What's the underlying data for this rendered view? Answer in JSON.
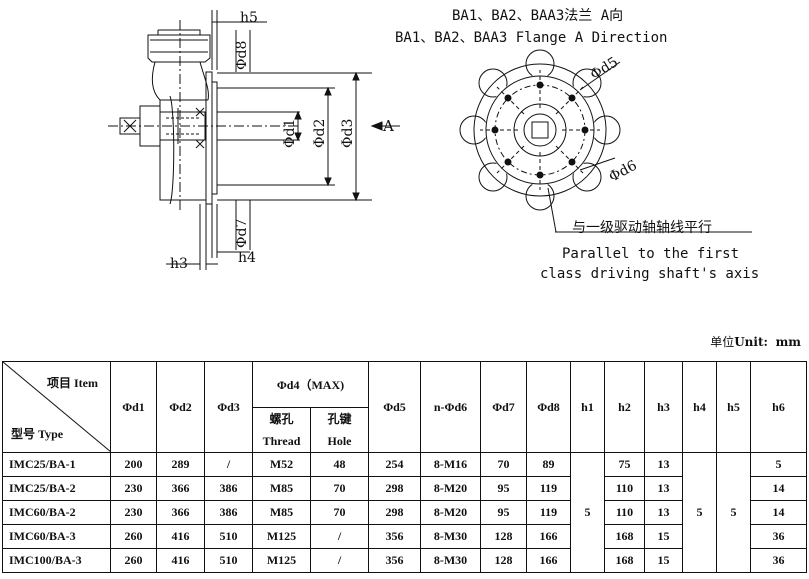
{
  "drawing": {
    "top_labels": [
      "h5",
      "Φd8"
    ],
    "dim_vertical": [
      "Φd1",
      "Φd2",
      "Φd3",
      "Φd7"
    ],
    "dim_bottom": [
      "h3",
      "h4"
    ],
    "arrow_label": "A",
    "flange_title_cn": "BA1、BA2、BAA3法兰 A向",
    "flange_title_en": "BA1、BA2、BAA3 Flange  A Direction",
    "flange_labels": [
      "Φd5",
      "Φd6"
    ],
    "note_cn": "与一级驱动轴轴线平行",
    "note_en_1": "Parallel to the first",
    "note_en_2": "class driving shaft's axis"
  },
  "unit": {
    "label_cn": "单位",
    "label_en": "Unit:",
    "value": "mm"
  },
  "table": {
    "corner_item": "项目 Item",
    "corner_type": "型号 Type",
    "headers": [
      "Φd1",
      "Φd2",
      "Φd3"
    ],
    "d4_group": "Φd4（MAX)",
    "d4_thread_cn": "螺孔",
    "d4_thread_en": "Thread",
    "d4_hole_cn": "孔键",
    "d4_hole_en": "Hole",
    "headers2": [
      "Φd5",
      "n-Φd6",
      "Φd7",
      "Φd8",
      "h1",
      "h2",
      "h3",
      "h4",
      "h5",
      "h6"
    ],
    "rows": [
      [
        "IMC25/BA-1",
        "200",
        "289",
        "/",
        "M52",
        "48",
        "254",
        "8-M16",
        "70",
        "89",
        "75",
        "13",
        "5"
      ],
      [
        "IMC25/BA-2",
        "230",
        "366",
        "386",
        "M85",
        "70",
        "298",
        "8-M20",
        "95",
        "119",
        "110",
        "13",
        "14"
      ],
      [
        "IMC60/BA-2",
        "230",
        "366",
        "386",
        "M85",
        "70",
        "298",
        "8-M20",
        "95",
        "119",
        "110",
        "13",
        "14"
      ],
      [
        "IMC60/BA-3",
        "260",
        "416",
        "510",
        "M125",
        "/",
        "356",
        "8-M30",
        "128",
        "166",
        "168",
        "15",
        "36"
      ],
      [
        "IMC100/BA-3",
        "260",
        "416",
        "510",
        "M125",
        "/",
        "356",
        "8-M30",
        "128",
        "166",
        "168",
        "15",
        "36"
      ]
    ],
    "merged": {
      "h1": "5",
      "h4": "5",
      "h5": "5"
    }
  }
}
